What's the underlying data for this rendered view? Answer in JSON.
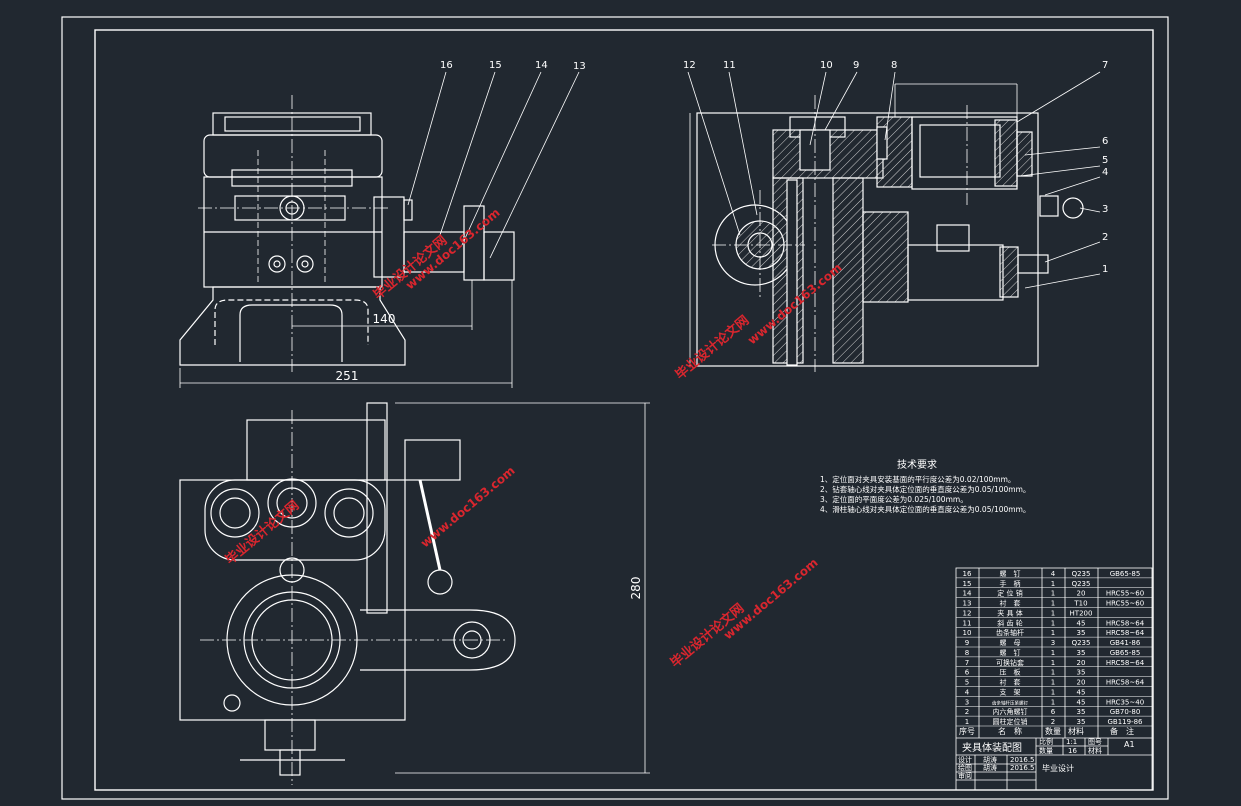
{
  "colors": {
    "background": "#212830",
    "line": "#ffffff",
    "watermark": "#d9262e",
    "hatch": "#d0d0d0"
  },
  "dimensions": {
    "front_width": "251",
    "front_offset": "140",
    "plan_height": "280"
  },
  "part_labels": [
    "16",
    "15",
    "14",
    "13",
    "12",
    "11",
    "10",
    "9",
    "8",
    "7",
    "6",
    "5",
    "4",
    "3",
    "2",
    "1"
  ],
  "tech": {
    "title": "技术要求",
    "items": [
      "1、定位面对夹具安装基面的平行度公差为0.02/100mm。",
      "2、钻套轴心线对夹具体定位面的垂直度公差为0.05/100mm。",
      "3、定位面的平面度公差为0.025/100mm。",
      "4、滑柱轴心线对夹具体定位面的垂直度公差为0.05/100mm。"
    ]
  },
  "bom": {
    "rows": [
      [
        "16",
        "螺　钉",
        "4",
        "Q235",
        "GB65-85"
      ],
      [
        "15",
        "手　柄",
        "1",
        "Q235",
        ""
      ],
      [
        "14",
        "定 位 销",
        "1",
        "20",
        "HRC55~60"
      ],
      [
        "13",
        "衬　套",
        "1",
        "T10",
        "HRC55~60"
      ],
      [
        "12",
        "夹 具 体",
        "1",
        "HT200",
        ""
      ],
      [
        "11",
        "斜 齿 轮",
        "1",
        "45",
        "HRC58~64"
      ],
      [
        "10",
        "齿条轴杆",
        "1",
        "35",
        "HRC58~64"
      ],
      [
        "9",
        "螺　母",
        "3",
        "Q235",
        "GB41-86"
      ],
      [
        "8",
        "螺　钉",
        "1",
        "35",
        "GB65-85"
      ],
      [
        "7",
        "可换钻套",
        "1",
        "20",
        "HRC58~64"
      ],
      [
        "6",
        "压　板",
        "1",
        "35",
        ""
      ],
      [
        "5",
        "衬　套",
        "1",
        "20",
        "HRC58~64"
      ],
      [
        "4",
        "支　架",
        "1",
        "45",
        ""
      ],
      [
        "3",
        "齿条轴杆压紧螺钉",
        "1",
        "45",
        "HRC35~40"
      ],
      [
        "2",
        "内六角螺钉",
        "6",
        "35",
        "GB70-80"
      ],
      [
        "1",
        "圆柱定位销",
        "2",
        "35",
        "GB119-86"
      ]
    ],
    "header": [
      "序号",
      "名　称",
      "数量",
      "材料",
      "备　注"
    ]
  },
  "title_block": {
    "drawing_name": "夹具体装配图",
    "scale_label": "比例",
    "scale_value": "1:1",
    "sheet_label": "图号",
    "sheet_value": "A1",
    "qty_label": "数量",
    "qty_value": "16",
    "material_label": "材料",
    "designer_label": "设计",
    "designer_name": "胡涛",
    "design_date": "2016.5",
    "drawer_label": "绘图",
    "drawer_name": "胡涛",
    "draw_date": "2016.5",
    "checker_label": "审阅",
    "project": "毕业设计"
  },
  "watermark": {
    "cn": "毕业设计论文网",
    "url": "www.doc163.com"
  }
}
